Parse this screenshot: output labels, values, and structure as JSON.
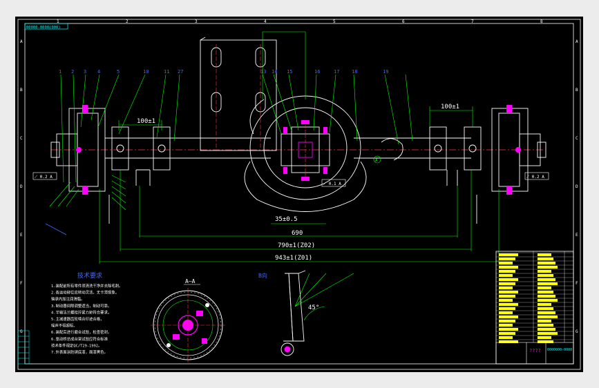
{
  "drawing": {
    "top_left_tag": "00000-0000(000)",
    "frame_letters": [
      "A",
      "B",
      "C",
      "D",
      "E",
      "F",
      "G"
    ],
    "frame_numbers": [
      "1",
      "2",
      "3",
      "4",
      "5",
      "6",
      "7",
      "8"
    ]
  },
  "part_numbers_top": [
    "1",
    "2",
    "3",
    "4",
    "5",
    "10",
    "11",
    "27",
    "13",
    "14",
    "15",
    "16",
    "17",
    "18",
    "19"
  ],
  "dimensions": {
    "d100_left": "100±1",
    "d100_right": "100±1",
    "d35": "35±0.5",
    "d690": "690",
    "d790": "790±1(Z02)",
    "d943": "943±1(Z01)"
  },
  "section_labels": {
    "aa": "A—A",
    "bb": "B向",
    "angle": "45°",
    "a_ref": "A"
  },
  "tolerance_frames": {
    "left": "⟋ 0.2 A",
    "center": "⟋ 0.1 A",
    "right": "⟋ 0.2 A"
  },
  "title_block": {
    "name_cell": "????",
    "drawing_no": "0000000-0000"
  },
  "tech_req": {
    "title": "技术要求",
    "lines": [
      "1.装配前所有零件须清洗干净并去除毛刺。",
      "2.各运动部位应转动灵活，无卡滞现象。",
      "   轴承内加注润滑脂。",
      "3.制动器间隙调整适当，制动可靠。",
      "4.半轴法兰螺栓拧紧力矩符合要求。",
      "5.主减速器齿轮啮合印迹合格，",
      "   噪声不得超标。",
      "6.装配后进行磨合试验，检查密封。",
      "6.驱动桥总成台架试验应符合标准",
      "   技术条件规定QC/T29-1992。",
      "7.外表面涂防锈底漆，面漆黑色。"
    ]
  },
  "colors": {
    "background": "#000000",
    "outline": "#ffffff",
    "leader": "#00ff00",
    "part_number": "#4169ff",
    "accent": "#ff00ff",
    "centerline": "#ff3b3b",
    "title_block_fill": "#ffff00",
    "frame": "#00ffff"
  }
}
